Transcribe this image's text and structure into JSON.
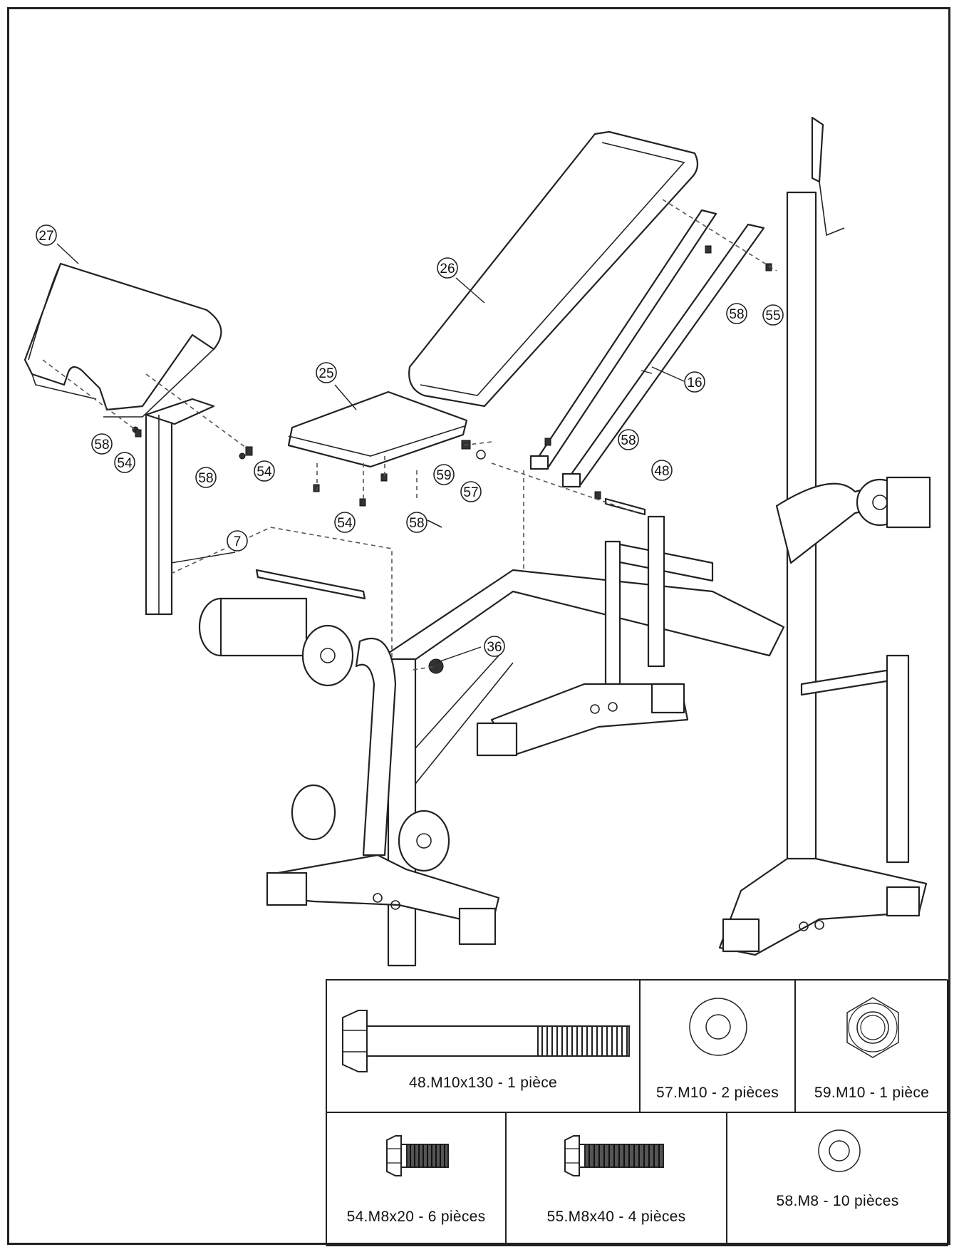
{
  "callouts": {
    "p27": "27",
    "p26": "26",
    "p25": "25",
    "p16": "16",
    "p7": "7",
    "p36": "36",
    "p48": "48",
    "p55": "55",
    "p58a": "58",
    "p58b": "58",
    "p58c": "58",
    "p58d": "58",
    "p58e": "58",
    "p54a": "54",
    "p54b": "54",
    "p54c": "54",
    "p59": "59",
    "p57": "57"
  },
  "hardware": {
    "bolt_48": "48.M10x130  -  1  pièce",
    "washer_57": "57.M10  -  2  pièces",
    "nut_59": "59.M10  -  1  pièce",
    "bolt_54": "54.M8x20  -  6  pièces",
    "bolt_55": "55.M8x40  -  4  pièces",
    "washer_58": "58.M8  -  10  pièces"
  }
}
